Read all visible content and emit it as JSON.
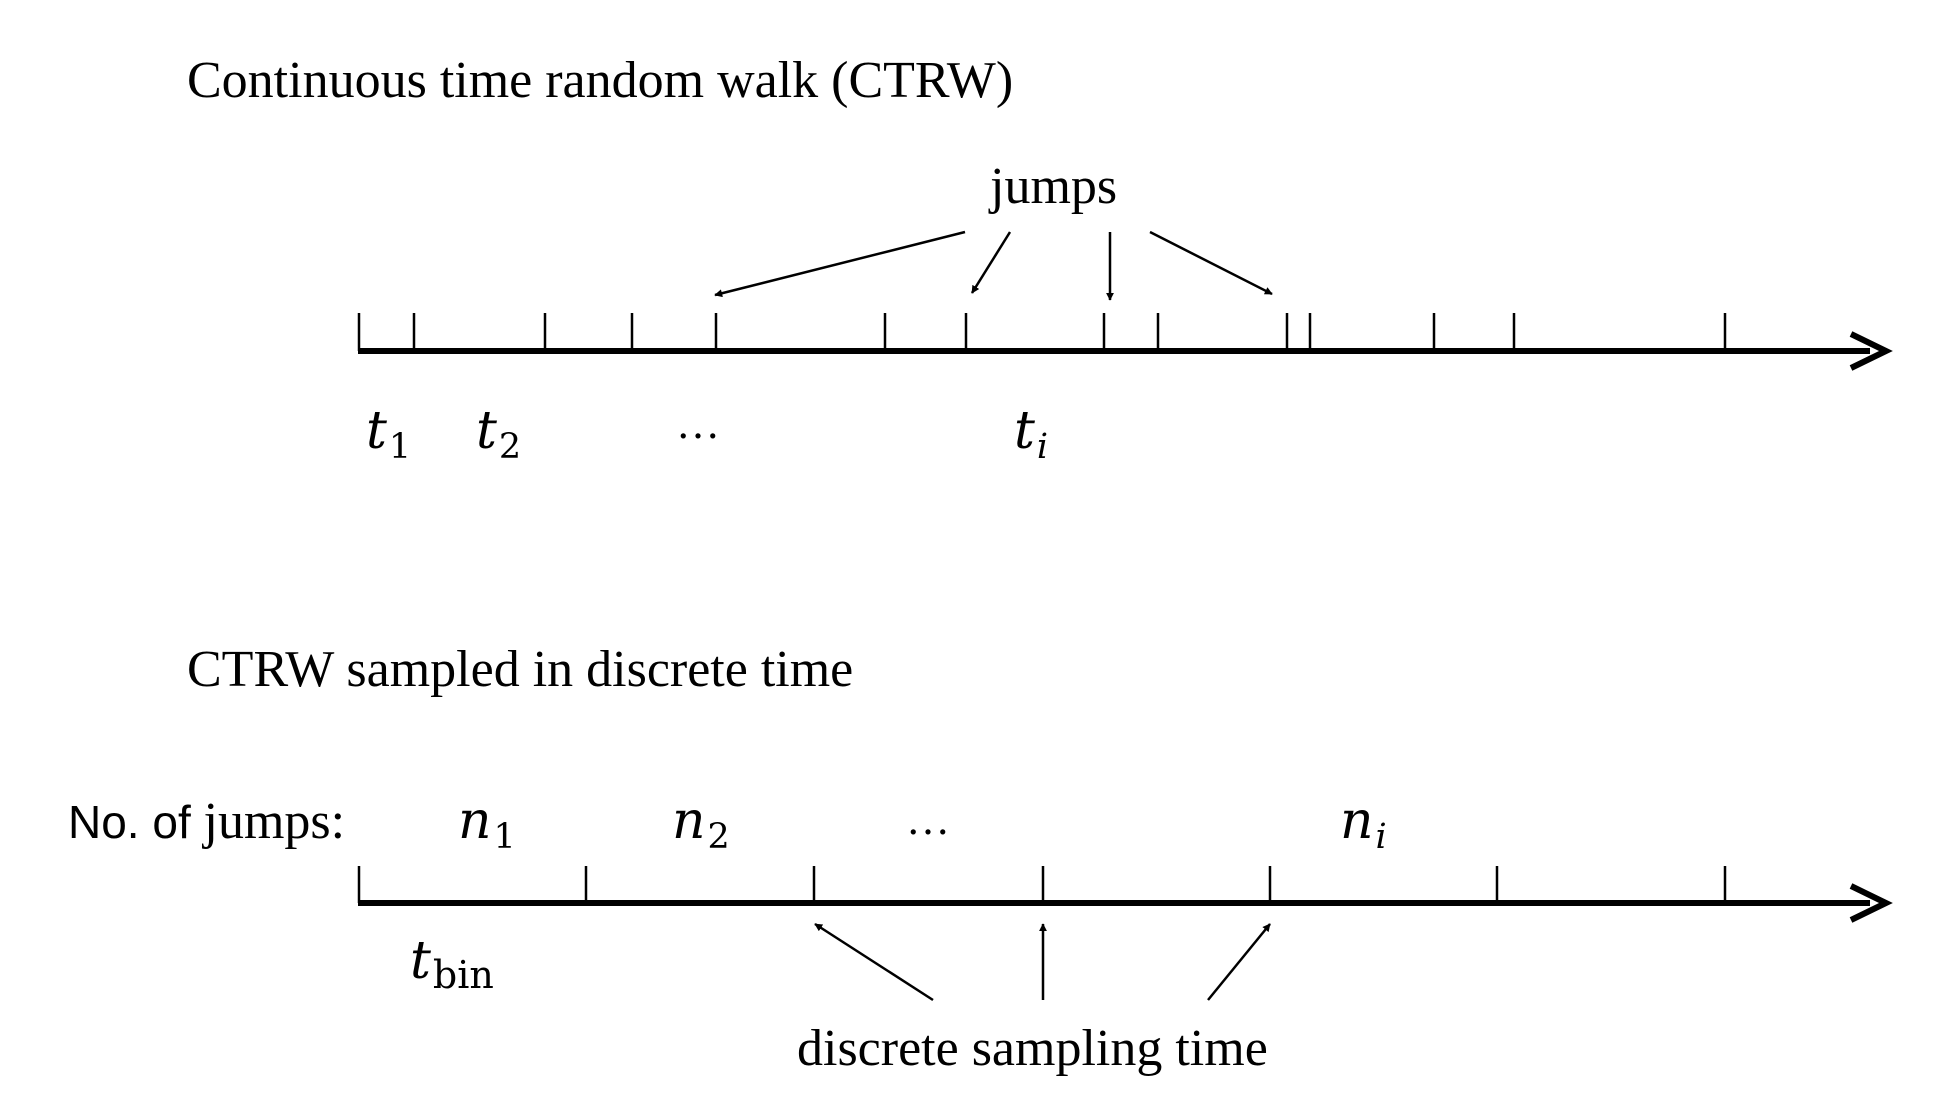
{
  "ctrw": {
    "title": "Continuous time random walk (CTRW)",
    "jumps_label": "jumps",
    "t1": {
      "base": "t",
      "sub": "1"
    },
    "t2": {
      "base": "t",
      "sub": "2"
    },
    "ellipsis": "…",
    "ti": {
      "base": "t",
      "sub": "i"
    }
  },
  "discrete": {
    "title": "CTRW sampled in discrete time",
    "jumps_prefix_a": "No. of ",
    "jumps_prefix_b": "jumps:",
    "n1": {
      "base": "n",
      "sub": "1"
    },
    "n2": {
      "base": "n",
      "sub": "2"
    },
    "ellipsis": "…",
    "ni": {
      "base": "n",
      "sub": "i"
    },
    "tbin": {
      "base": "t",
      "sub": "bin"
    },
    "sampling_label": "discrete sampling time"
  }
}
